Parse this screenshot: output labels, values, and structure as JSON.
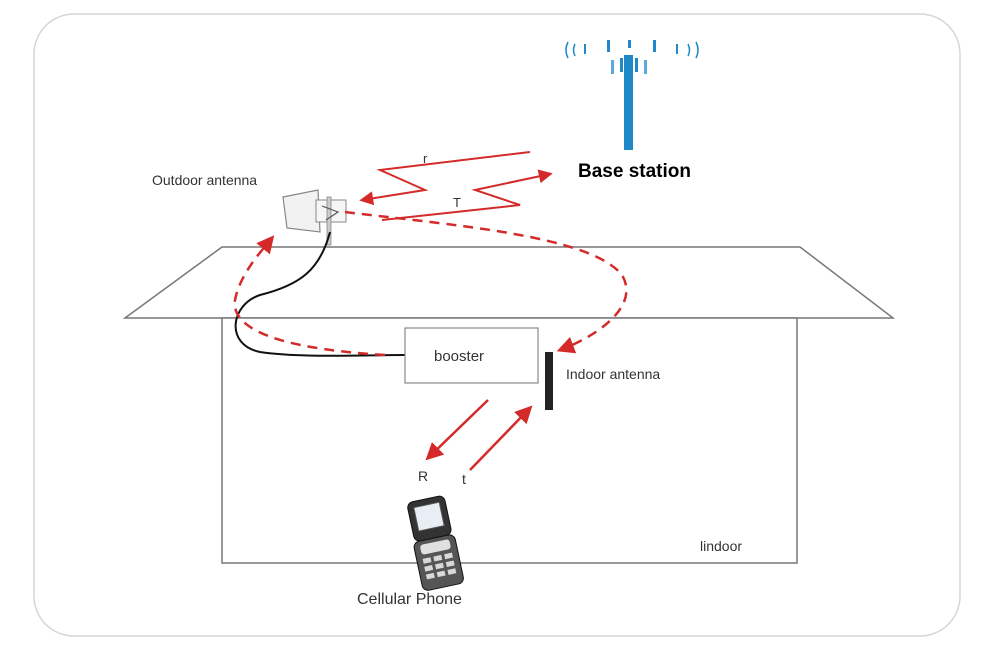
{
  "labels": {
    "base_station": "Base station",
    "outdoor_antenna": "Outdoor antenna",
    "booster": "booster",
    "indoor_antenna": "Indoor antenna",
    "cellular_phone": "Cellular Phone",
    "indoor": "lindoor",
    "signal_r_upper": "r",
    "signal_t_upper": "T",
    "signal_r_lower": "R",
    "signal_t_lower": "t"
  },
  "colors": {
    "signal_red": "#d42a2a",
    "tower_blue": "#1e88c8",
    "outline": "#777777",
    "cable": "#111111"
  }
}
